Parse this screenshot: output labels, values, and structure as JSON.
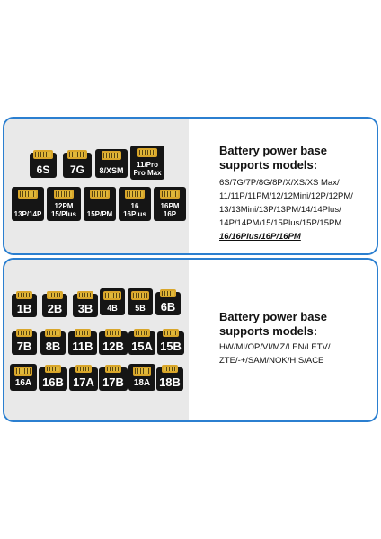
{
  "panel_top": {
    "heading": "Battery power base\nsupports models:",
    "models_lines": [
      "6S/7G/7P/8G/8P/X/XS/XS Max/",
      "11/11P/11PM/12/12Mini/12P/12PM/",
      "13/13Mini/13P/13PM/14/14Plus/",
      "14P/14PM/15/15Plus/15P/15PM"
    ],
    "models_highlight": "16/16Plus/16P/16PM",
    "chips": [
      "6S",
      "7G",
      "8/XSM",
      "11/Pro\nPro Max",
      "13P/14P",
      "12PM\n15/Plus",
      "15P/PM",
      "16\n16Plus",
      "16PM\n16P"
    ]
  },
  "panel_bottom": {
    "heading": "Battery power base\nsupports models:",
    "models_lines": [
      "HW/MI/OP/VI/MZ/LEN/LETV/",
      "ZTE/-+/SAM/NOK/HIS/ACE"
    ],
    "chips": [
      "1B",
      "2B",
      "3B",
      "4B",
      "5B",
      "6B",
      "7B",
      "8B",
      "11B",
      "12B",
      "15A",
      "15B",
      "16A",
      "16B",
      "17A",
      "17B",
      "18A",
      "18B"
    ]
  }
}
